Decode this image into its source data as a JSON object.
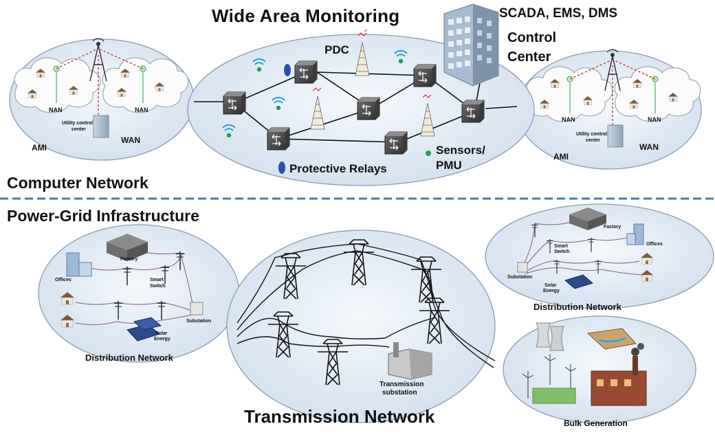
{
  "top": {
    "wide_area_monitoring": "Wide Area Monitoring",
    "pdc": "PDC",
    "scada": "SCADA, EMS, DMS",
    "control_center_line1": "Control",
    "control_center_line2": "Center",
    "protective_relays": "Protective Relays",
    "sensors_line1": "Sensors/",
    "sensors_line2": "PMU",
    "computer_network": "Computer Network"
  },
  "ami_left": {
    "nan1": "NAN",
    "nan2": "NAN",
    "utility_line1": "Utility control",
    "utility_line2": "center",
    "ami": "AMI",
    "wan": "WAN"
  },
  "ami_right": {
    "nan1": "NAN",
    "nan2": "NAN",
    "utility_line1": "Utility control",
    "utility_line2": "center",
    "ami": "AMI",
    "wan": "WAN"
  },
  "bottom": {
    "power_grid": "Power-Grid Infrastructure",
    "transmission_network": "Transmission Network",
    "transmission_substation_line1": "Transmission",
    "transmission_substation_line2": "substation",
    "bulk_generation": "Bulk Generation"
  },
  "dist_left": {
    "factory": "Factory",
    "offices": "Offices",
    "smart_line1": "Smart",
    "smart_line2": "Switch",
    "substation": "Substation",
    "solar_line1": "Solar",
    "solar_line2": "Energy",
    "title": "Distribution Network"
  },
  "dist_right": {
    "factory": "Factory",
    "offices": "Offices",
    "smart_line1": "Smart",
    "smart_line2": "Switch",
    "substation": "Substation",
    "solar_line1": "Solar",
    "solar_line2": "Energy",
    "title": "Distribution Network"
  },
  "colors": {
    "ellipse_fill": "#dde8f4",
    "dash": "#4a78c2",
    "wifi": "#2a9fd8",
    "sensor": "#1aa34a",
    "relay": "#2b4ea8"
  }
}
